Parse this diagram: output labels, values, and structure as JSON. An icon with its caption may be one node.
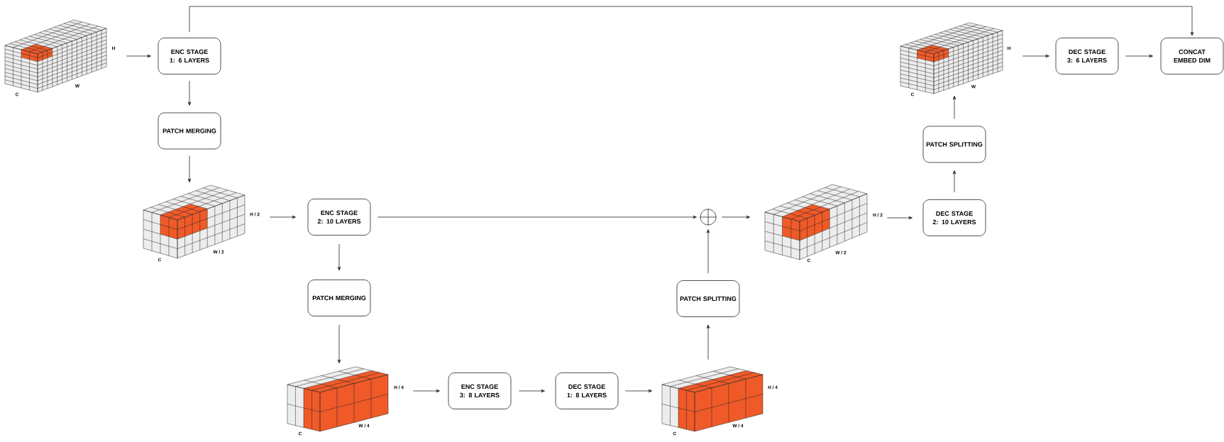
{
  "diagram": {
    "nodes": [
      {
        "text": [],
        "shape": "picture",
        "beside": [
          "H",
          "W",
          "C"
        ]
      },
      {
        "text": [
          "ENC STAGE 1: 6 LAYERS"
        ]
      },
      {
        "text": [
          "PATCH MERGING"
        ]
      },
      {
        "text": [],
        "shape": "picture",
        "beside": [
          "H / 2",
          "W / 2",
          "C"
        ]
      },
      {
        "text": [
          "ENC STAGE 2: 10 LAYERS"
        ]
      },
      {
        "text": [
          "PATCH MERGING"
        ]
      },
      {
        "text": [],
        "shape": "picture",
        "beside": [
          "H / 4",
          "W / 4",
          "C"
        ]
      },
      {
        "text": [
          "ENC STAGE 3: 8 LAYERS"
        ]
      },
      {
        "text": [
          "DEC STAGE 1: 8 LAYERS"
        ]
      },
      {
        "text": [],
        "shape": "picture",
        "beside": [
          "H / 4",
          "W / 4",
          "C"
        ]
      },
      {
        "text": [
          "PATCH SPLITTING"
        ]
      },
      {
        "text": [],
        "shape": "circle"
      },
      {
        "text": [],
        "shape": "picture",
        "beside": [
          "H / 2",
          "W / 2",
          "C"
        ]
      },
      {
        "text": [
          "DEC STAGE 2: 10 LAYERS"
        ]
      },
      {
        "text": [
          "PATCH SPLITTING"
        ]
      },
      {
        "text": [],
        "shape": "picture",
        "beside": [
          "H",
          "W",
          "C"
        ]
      },
      {
        "text": [
          "DEC STAGE 3: 6 LAYERS"
        ]
      },
      {
        "text": [
          "CONCAT EMBED DIM"
        ]
      }
    ],
    "edges": [
      {
        "from": 0,
        "to": 1,
        "arrow": "to"
      },
      {
        "from": 1,
        "to": 2,
        "arrow": "to"
      },
      {
        "from": 2,
        "to": 3,
        "arrow": "to"
      },
      {
        "from": 3,
        "to": 4,
        "arrow": "to"
      },
      {
        "from": 4,
        "to": 5,
        "arrow": "to"
      },
      {
        "from": 5,
        "to": 6,
        "arrow": "to"
      },
      {
        "from": 6,
        "to": 7,
        "arrow": "to"
      },
      {
        "from": 7,
        "to": 8,
        "arrow": "to"
      },
      {
        "from": 8,
        "to": 9,
        "arrow": "to"
      },
      {
        "from": 9,
        "to": 10,
        "arrow": "to"
      },
      {
        "from": 10,
        "to": 11,
        "arrow": "to"
      },
      {
        "from": 4,
        "to": 11,
        "arrow": "to"
      },
      {
        "from": 11,
        "to": 12,
        "arrow": "to"
      },
      {
        "from": 12,
        "to": 13,
        "arrow": "to"
      },
      {
        "from": 13,
        "to": 14,
        "arrow": "to"
      },
      {
        "from": 14,
        "to": 15,
        "arrow": "to"
      },
      {
        "from": 15,
        "to": 16,
        "arrow": "to"
      },
      {
        "from": 16,
        "to": 17,
        "arrow": "to"
      },
      {
        "from": 1,
        "to": 17,
        "arrow": "to"
      }
    ]
  }
}
